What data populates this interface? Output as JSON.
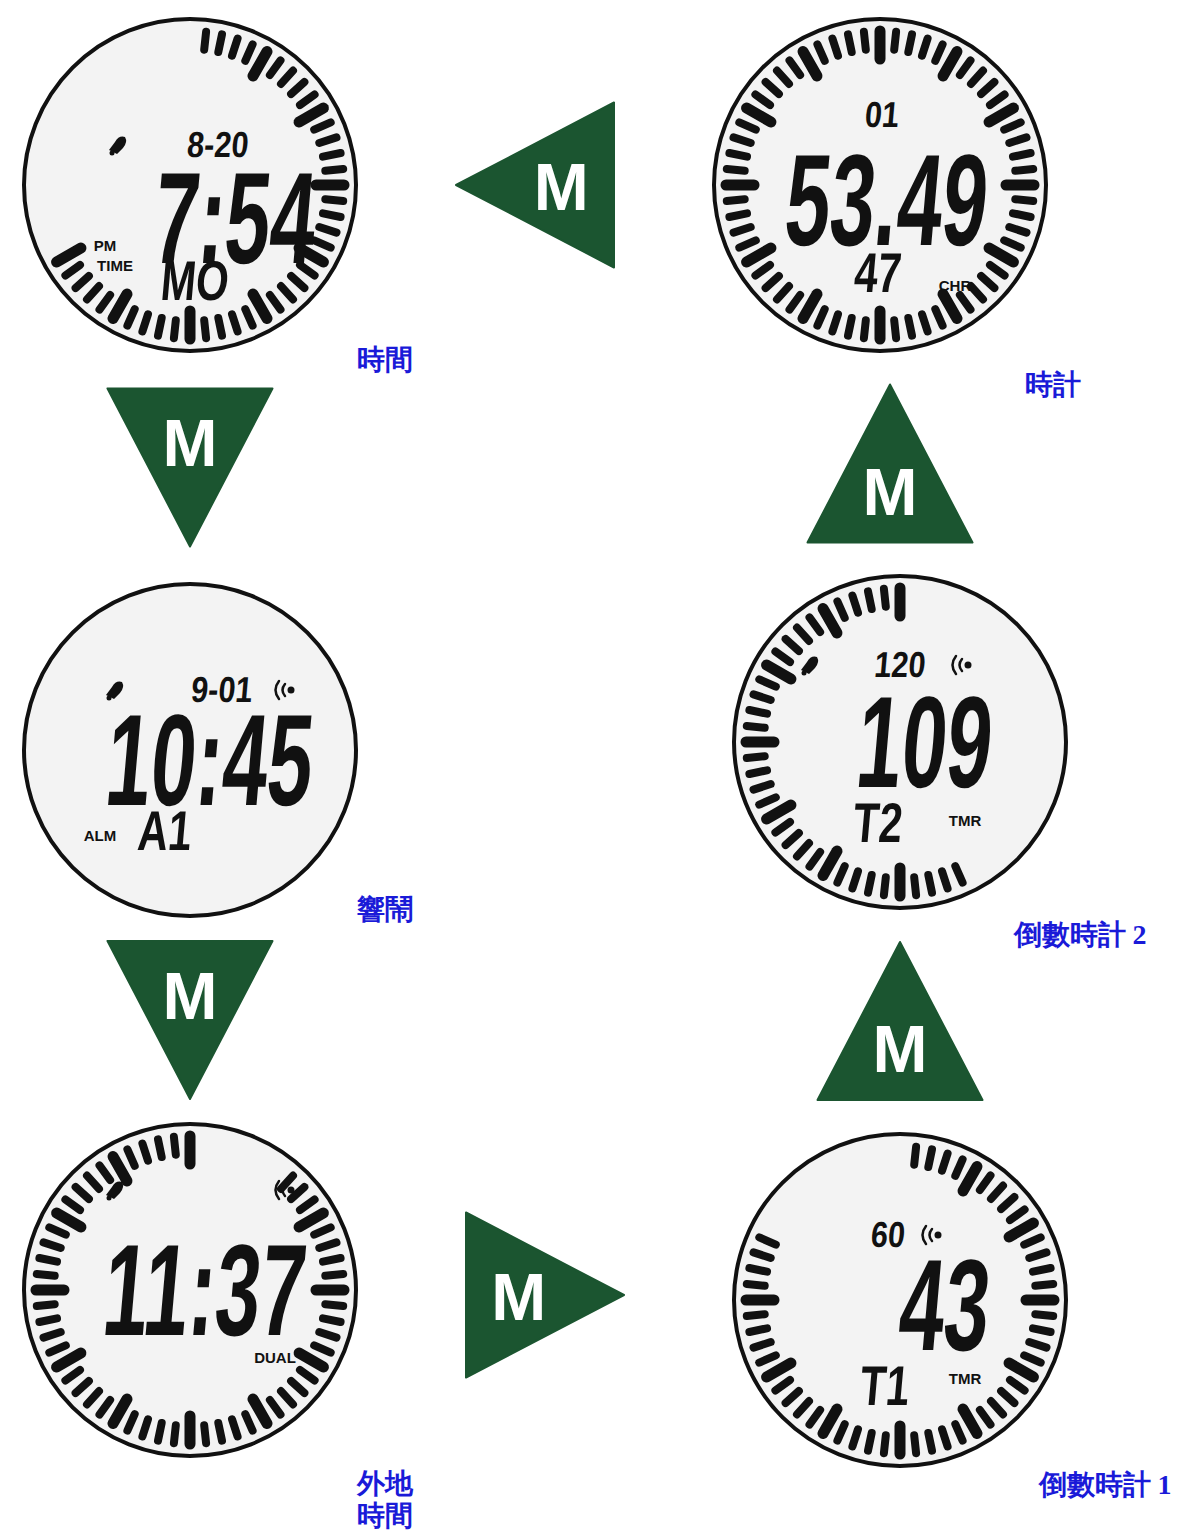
{
  "diagram": {
    "nodes": [
      {
        "text": [
          "8-20",
          "7:54",
          "PM",
          "TIME",
          "MO",
          "時間"
        ]
      },
      {
        "text": [
          "9-01",
          "10:45",
          "ALM",
          "A1",
          "響鬧"
        ]
      },
      {
        "text": [
          "11:37",
          "DUAL",
          "外地 時間"
        ]
      },
      {
        "text": [
          "60",
          "43",
          "T1",
          "TMR",
          "倒數時計 1"
        ]
      },
      {
        "text": [
          "120",
          "109",
          "T2",
          "TMR",
          "倒數時計 2"
        ]
      },
      {
        "text": [
          "01",
          "53.49",
          "47",
          "CHR",
          "時計"
        ]
      }
    ],
    "edges": [
      {
        "from": 0,
        "to": 1,
        "label": "M",
        "arrow": "to"
      },
      {
        "from": 1,
        "to": 2,
        "label": "M",
        "arrow": "to"
      },
      {
        "from": 2,
        "to": 3,
        "label": "M",
        "arrow": "to"
      },
      {
        "from": 3,
        "to": 4,
        "label": "M",
        "arrow": "to"
      },
      {
        "from": 4,
        "to": 5,
        "label": "M",
        "arrow": "to"
      },
      {
        "from": 5,
        "to": 0,
        "label": "M",
        "arrow": "to"
      }
    ]
  }
}
